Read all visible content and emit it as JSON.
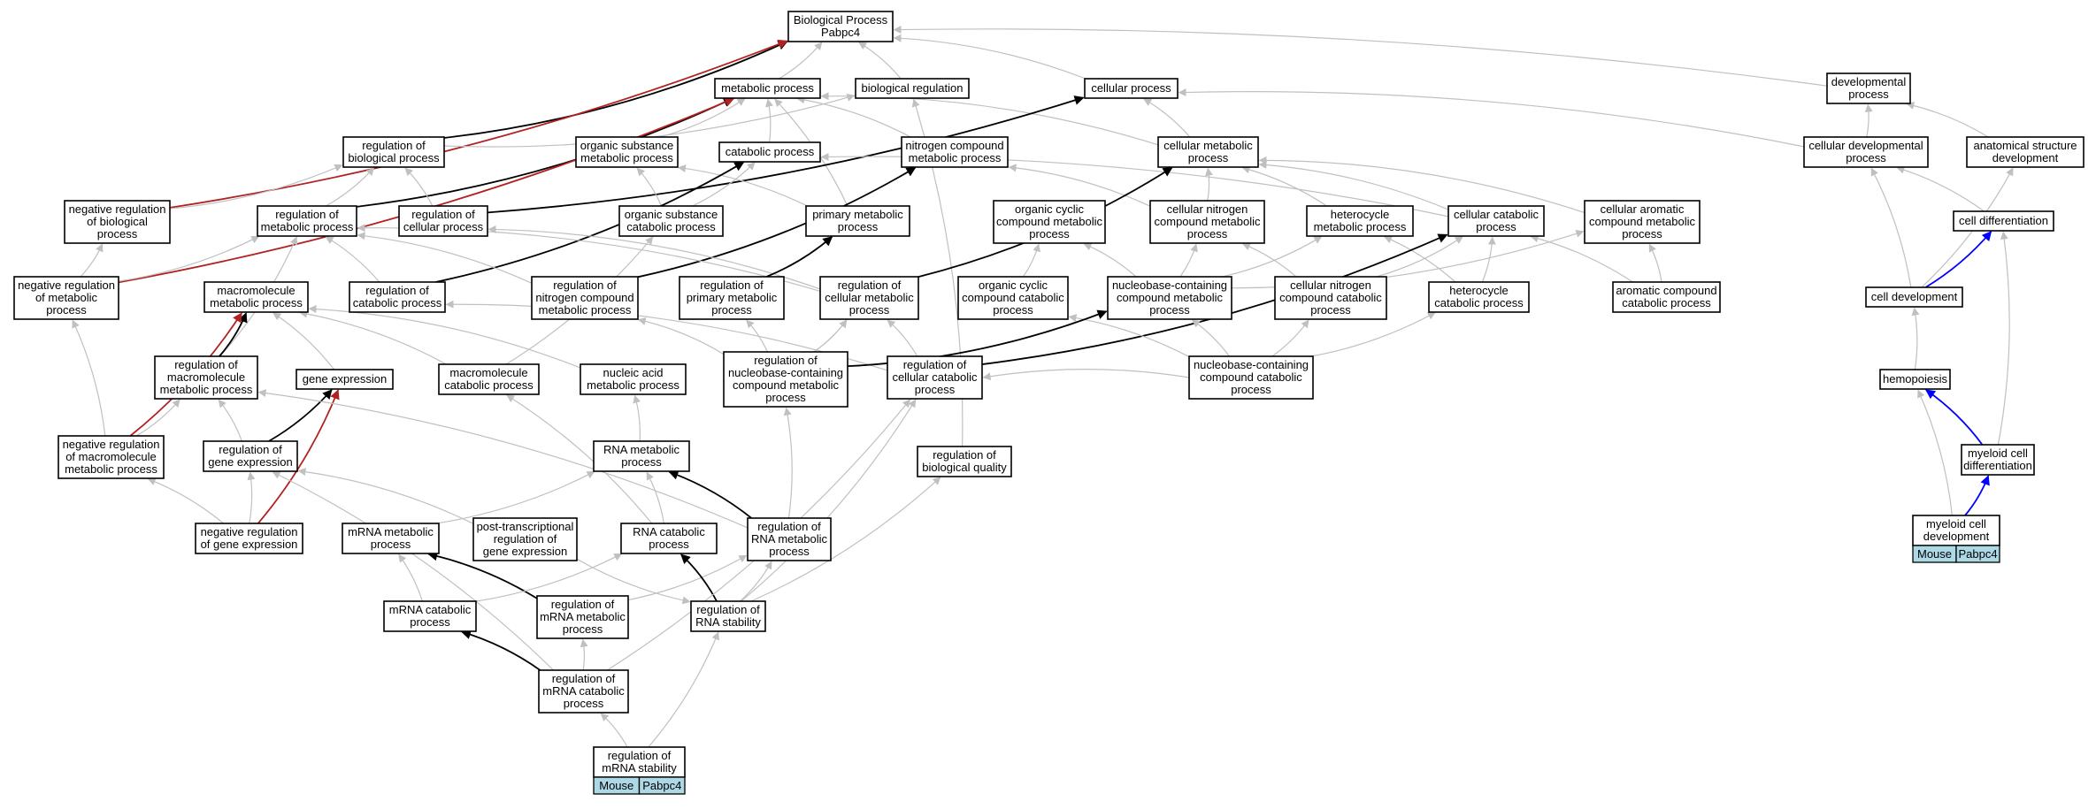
{
  "diagram": {
    "colors": {
      "gray_edge": "#c0c0c0",
      "black_edge": "#000000",
      "red_edge": "#b22222",
      "blue_edge": "#0000ff",
      "tag_fill": "#add8e6"
    },
    "nodes": [
      {
        "id": "bp",
        "lines": [
          "Biological Process",
          "Pabpc4"
        ]
      },
      {
        "id": "meta",
        "lines": [
          "metabolic process"
        ]
      },
      {
        "id": "bioreg",
        "lines": [
          "biological regulation"
        ]
      },
      {
        "id": "cellp",
        "lines": [
          "cellular process"
        ]
      },
      {
        "id": "devp",
        "lines": [
          "developmental",
          "process"
        ]
      },
      {
        "id": "rbp",
        "lines": [
          "regulation of",
          "biological process"
        ]
      },
      {
        "id": "osmp",
        "lines": [
          "organic substance",
          "metabolic process"
        ]
      },
      {
        "id": "catp",
        "lines": [
          "catabolic process"
        ]
      },
      {
        "id": "ncmp",
        "lines": [
          "nitrogen compound",
          "metabolic process"
        ]
      },
      {
        "id": "cmp",
        "lines": [
          "cellular metabolic",
          "process"
        ]
      },
      {
        "id": "cdp",
        "lines": [
          "cellular developmental",
          "process"
        ]
      },
      {
        "id": "asd",
        "lines": [
          "anatomical structure",
          "development"
        ]
      },
      {
        "id": "nrbp",
        "lines": [
          "negative regulation",
          "of biological",
          "process"
        ]
      },
      {
        "id": "rmp",
        "lines": [
          "regulation of",
          "metabolic process"
        ]
      },
      {
        "id": "rcp",
        "lines": [
          "regulation of",
          "cellular process"
        ]
      },
      {
        "id": "oscp",
        "lines": [
          "organic substance",
          "catabolic process"
        ]
      },
      {
        "id": "pmp",
        "lines": [
          "primary metabolic",
          "process"
        ]
      },
      {
        "id": "occmp",
        "lines": [
          "organic cyclic",
          "compound metabolic",
          "process"
        ]
      },
      {
        "id": "cncmp",
        "lines": [
          "cellular nitrogen",
          "compound metabolic",
          "process"
        ]
      },
      {
        "id": "hmp",
        "lines": [
          "heterocycle",
          "metabolic process"
        ]
      },
      {
        "id": "ccatp",
        "lines": [
          "cellular catabolic",
          "process"
        ]
      },
      {
        "id": "cacmp",
        "lines": [
          "cellular aromatic",
          "compound metabolic",
          "process"
        ]
      },
      {
        "id": "celldiff",
        "lines": [
          "cell differentiation"
        ]
      },
      {
        "id": "nrmp",
        "lines": [
          "negative regulation",
          "of metabolic",
          "process"
        ]
      },
      {
        "id": "mmp",
        "lines": [
          "macromolecule",
          "metabolic process"
        ]
      },
      {
        "id": "rcatp",
        "lines": [
          "regulation of",
          "catabolic process"
        ]
      },
      {
        "id": "rncmp",
        "lines": [
          "regulation of",
          "nitrogen compound",
          "metabolic process"
        ]
      },
      {
        "id": "rpmp",
        "lines": [
          "regulation of",
          "primary metabolic",
          "process"
        ]
      },
      {
        "id": "rcmp",
        "lines": [
          "regulation of",
          "cellular metabolic",
          "process"
        ]
      },
      {
        "id": "occcp",
        "lines": [
          "organic cyclic",
          "compound catabolic",
          "process"
        ]
      },
      {
        "id": "nbcmp",
        "lines": [
          "nucleobase-containing",
          "compound metabolic",
          "process"
        ]
      },
      {
        "id": "cnccp",
        "lines": [
          "cellular nitrogen",
          "compound catabolic",
          "process"
        ]
      },
      {
        "id": "hcp",
        "lines": [
          "heterocycle",
          "catabolic process"
        ]
      },
      {
        "id": "accp",
        "lines": [
          "aromatic compound",
          "catabolic process"
        ]
      },
      {
        "id": "celldev",
        "lines": [
          "cell development"
        ]
      },
      {
        "id": "rmmp",
        "lines": [
          "regulation of",
          "macromolecule",
          "metabolic process"
        ]
      },
      {
        "id": "ge",
        "lines": [
          "gene expression"
        ]
      },
      {
        "id": "mcp",
        "lines": [
          "macromolecule",
          "catabolic process"
        ]
      },
      {
        "id": "namp",
        "lines": [
          "nucleic acid",
          "metabolic process"
        ]
      },
      {
        "id": "rnbcmp",
        "lines": [
          "regulation of",
          "nucleobase-containing",
          "compound metabolic",
          "process"
        ]
      },
      {
        "id": "rccp",
        "lines": [
          "regulation of",
          "cellular catabolic",
          "process"
        ]
      },
      {
        "id": "nbccp",
        "lines": [
          "nucleobase-containing",
          "compound catabolic",
          "process"
        ]
      },
      {
        "id": "hemo",
        "lines": [
          "hemopoiesis"
        ]
      },
      {
        "id": "nrmmp",
        "lines": [
          "negative regulation",
          "of macromolecule",
          "metabolic process"
        ]
      },
      {
        "id": "rge",
        "lines": [
          "regulation of",
          "gene expression"
        ]
      },
      {
        "id": "rnamp",
        "lines": [
          "RNA metabolic",
          "process"
        ]
      },
      {
        "id": "rbq",
        "lines": [
          "regulation of",
          "biological quality"
        ]
      },
      {
        "id": "mcd",
        "lines": [
          "myeloid cell",
          "differentiation"
        ]
      },
      {
        "id": "nrge",
        "lines": [
          "negative regulation",
          "of gene expression"
        ]
      },
      {
        "id": "mrnamp",
        "lines": [
          "mRNA metabolic",
          "process"
        ]
      },
      {
        "id": "ptrge",
        "lines": [
          "post-transcriptional",
          "regulation of",
          "gene expression"
        ]
      },
      {
        "id": "rnacp",
        "lines": [
          "RNA catabolic",
          "process"
        ]
      },
      {
        "id": "rrnamp",
        "lines": [
          "regulation of",
          "RNA metabolic",
          "process"
        ]
      },
      {
        "id": "mcdev",
        "lines": [
          "myeloid cell",
          "development"
        ]
      },
      {
        "id": "mrnacp",
        "lines": [
          "mRNA catabolic",
          "process"
        ]
      },
      {
        "id": "rmrnamp",
        "lines": [
          "regulation of",
          "mRNA metabolic",
          "process"
        ]
      },
      {
        "id": "rrnas",
        "lines": [
          "regulation of",
          "RNA stability"
        ]
      },
      {
        "id": "rmrnacp",
        "lines": [
          "regulation of",
          "mRNA catabolic",
          "process"
        ]
      },
      {
        "id": "rmrnas",
        "lines": [
          "regulation of",
          "mRNA stability"
        ]
      }
    ],
    "tags": [
      {
        "id": "tag1",
        "species": "Mouse",
        "gene": "Pabpc4"
      },
      {
        "id": "tag2",
        "species": "Mouse",
        "gene": "Pabpc4"
      }
    ]
  }
}
